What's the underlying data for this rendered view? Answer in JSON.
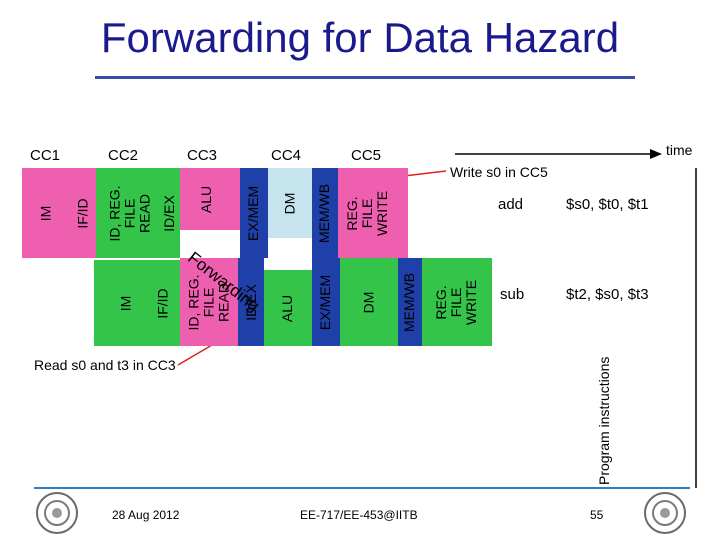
{
  "title": "Forwarding for Data Hazard",
  "clock_cycles": [
    "CC1",
    "CC2",
    "CC3",
    "CC4",
    "CC5"
  ],
  "time_label": "time",
  "write_note": "Write s0 in CC5",
  "read_note": "Read s0 and t3 in CC3",
  "forwarding_label": "Forwarding",
  "axis_label": "Program instructions",
  "pipeline1": {
    "im": "IM",
    "ifid": "IF/ID",
    "id_lines": [
      "ID, REG.",
      "FILE",
      "READ"
    ],
    "idex": "ID/EX",
    "alu": "ALU",
    "exmem": "EX/MEM",
    "dm": "DM",
    "memwb": "MEM/WB",
    "wb_lines": [
      "REG.",
      "FILE",
      "WRITE"
    ]
  },
  "pipeline2": {
    "im": "IM",
    "ifid": "IF/ID",
    "id_lines": [
      "ID, REG.",
      "FILE",
      "READ"
    ],
    "idex": "ID/EX",
    "alu": "ALU",
    "exmem": "EX/MEM",
    "dm": "DM",
    "memwb": "MEM/WB",
    "wb_lines": [
      "REG.",
      "FILE",
      "WRITE"
    ]
  },
  "instructions": [
    {
      "op": "add",
      "args": "$s0, $t0, $t1"
    },
    {
      "op": "sub",
      "args": "$t2, $s0, $t3"
    }
  ],
  "footer": {
    "date": "28 Aug 2012",
    "course": "EE-717/EE-453@IITB",
    "page": "55"
  },
  "colors": {
    "pink": "#ef5fb0",
    "green": "#34c449",
    "light_blue": "#c5e4ee",
    "blue": "#1f40a8",
    "title": "#1a1a8c"
  }
}
